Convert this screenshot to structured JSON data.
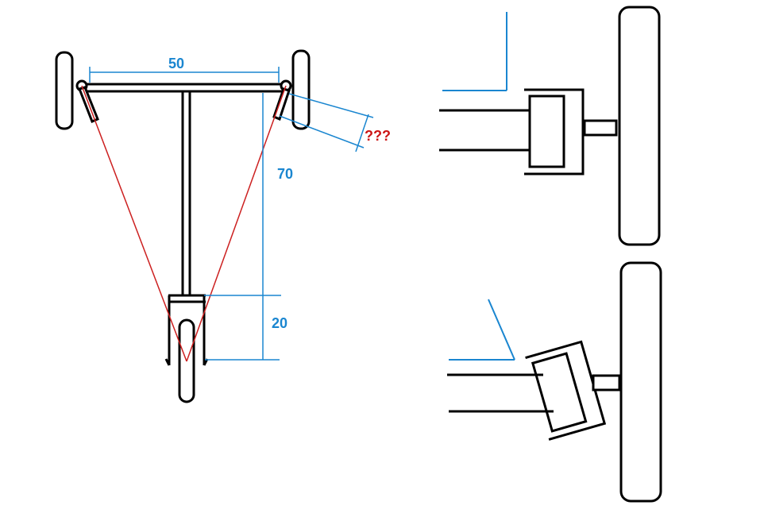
{
  "labels": {
    "width": "50",
    "length": "70",
    "rear_offset": "20",
    "unknown": "???"
  },
  "colors": {
    "frame": "#000000",
    "dimension": "#1a86d0",
    "geometry_line": "#cc2020",
    "unknown_label": "#cc1515"
  }
}
